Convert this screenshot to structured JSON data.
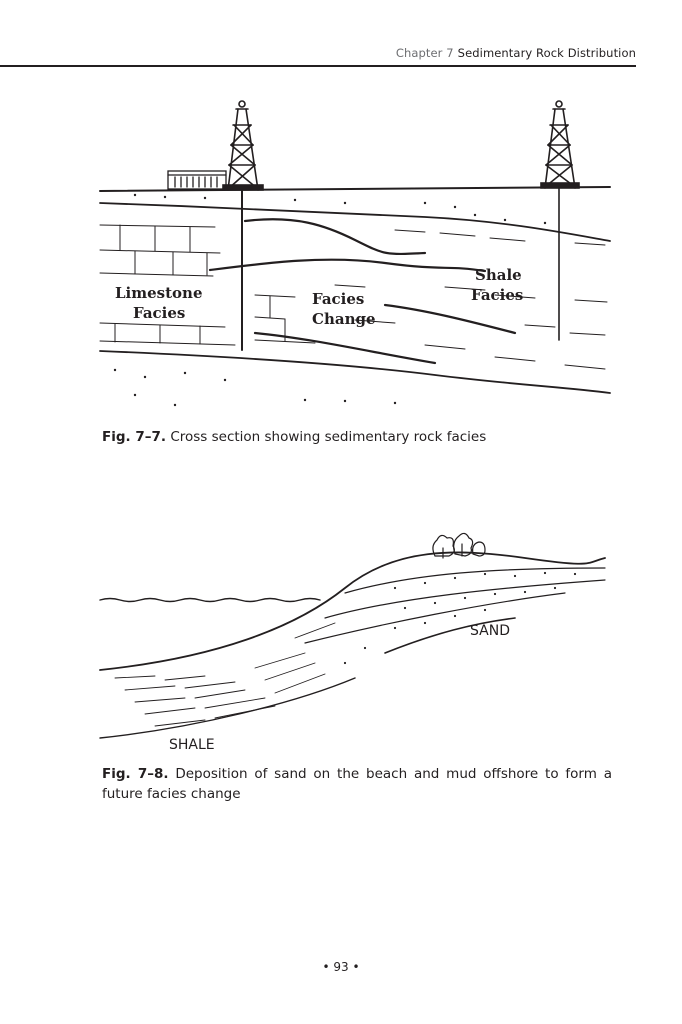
{
  "header": {
    "chapter": "Chapter 7",
    "title": "Sedimentary Rock Distribution"
  },
  "figure1": {
    "labels": {
      "limestone_line1": "Limestone",
      "limestone_line2": "Facies",
      "change_line1": "Facies",
      "change_line2": "Change",
      "shale_line1": "Shale",
      "shale_line2": "Facies"
    },
    "caption_number": "Fig. 7–7.",
    "caption_text": "Cross section showing sedimentary rock facies"
  },
  "figure2": {
    "labels": {
      "sand": "SAND",
      "shale": "SHALE"
    },
    "caption_number": "Fig. 7–8.",
    "caption_text": "Deposition of sand on the beach and mud offshore to form a future facies change"
  },
  "footer": {
    "page_number": "• 93 •"
  }
}
